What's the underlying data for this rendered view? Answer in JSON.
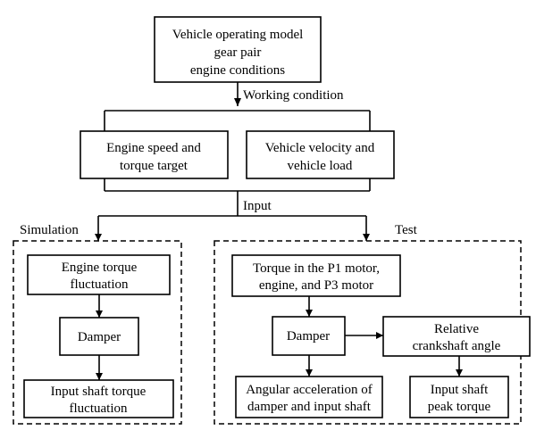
{
  "top_box": [
    "Vehicle operating model",
    "gear pair",
    "engine conditions"
  ],
  "working_condition_label": "Working condition",
  "engine_speed_box": [
    "Engine speed and",
    "torque target"
  ],
  "vehicle_velocity_box": [
    "Vehicle velocity and",
    "vehicle load"
  ],
  "input_label": "Input",
  "simulation": {
    "title": "Simulation",
    "engine_torque_box": [
      "Engine torque",
      "fluctuation"
    ],
    "damper_box": "Damper",
    "input_shaft_box": [
      "Input shaft torque",
      "fluctuation"
    ]
  },
  "test": {
    "title": "Test",
    "torque_box": [
      "Torque in the P1 motor,",
      "engine, and P3 motor"
    ],
    "damper_box": "Damper",
    "crankshaft_box": [
      "Relative",
      "crankshaft angle"
    ],
    "angular_box": [
      "Angular acceleration of",
      "damper and input shaft"
    ],
    "peak_torque_box": [
      "Input shaft",
      "peak torque"
    ]
  }
}
